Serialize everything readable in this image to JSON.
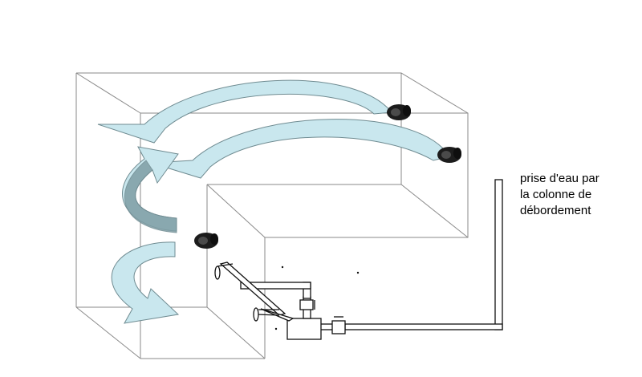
{
  "annotation": {
    "lines": [
      "prise d'eau par",
      "la colonne de",
      "débordement"
    ]
  },
  "colors": {
    "flow_arrow_fill": "#c9e7ee",
    "flow_arrow_back": "#7f9ea5",
    "flow_arrow_stroke": "#6f8b91",
    "tank_edge": "#8a8a8a",
    "plumbing": "#111111",
    "pump": "#1c1c1c"
  },
  "icons": {
    "pump": "wavemaker-pump-icon",
    "flow": "water-flow-arrow"
  }
}
